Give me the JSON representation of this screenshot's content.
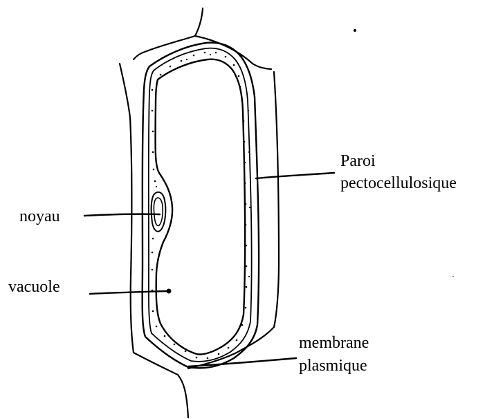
{
  "labels": {
    "wall_line1": "Paroi",
    "wall_line2": "pectocellulosique",
    "nucleus": "noyau",
    "vacuole": "vacuole",
    "membrane_line1": "membrane",
    "membrane_line2": "plasmique"
  }
}
